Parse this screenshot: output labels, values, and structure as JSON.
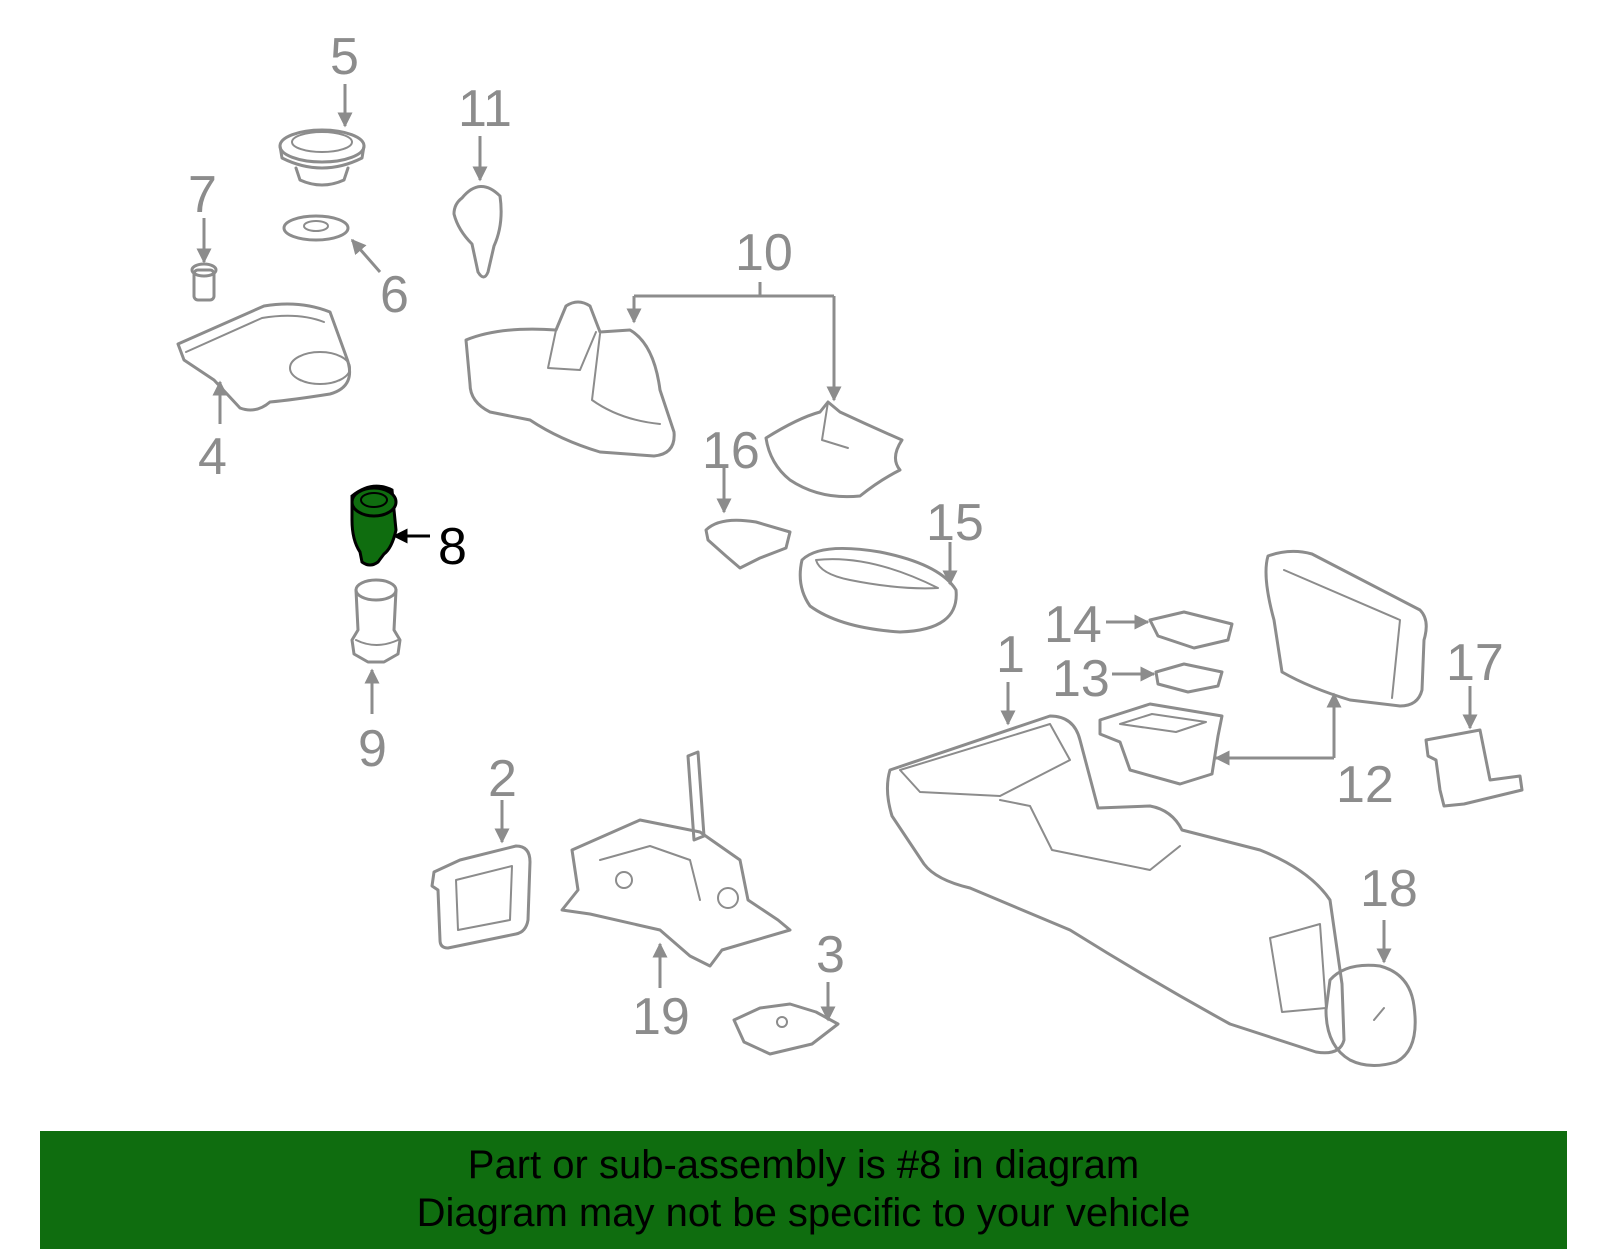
{
  "highlight_color": "#0f6d0f",
  "part_color": "#8c8c8c",
  "callouts": {
    "c1": "1",
    "c2": "2",
    "c3": "3",
    "c4": "4",
    "c5": "5",
    "c6": "6",
    "c7": "7",
    "c8": "8",
    "c9": "9",
    "c10": "10",
    "c11": "11",
    "c12": "12",
    "c13": "13",
    "c14": "14",
    "c15": "15",
    "c16": "16",
    "c17": "17",
    "c18": "18",
    "c19": "19"
  },
  "highlighted_part": "8",
  "banner": {
    "line1": "Part or sub-assembly is #8 in diagram",
    "line2": "Diagram may not be specific to your vehicle"
  }
}
